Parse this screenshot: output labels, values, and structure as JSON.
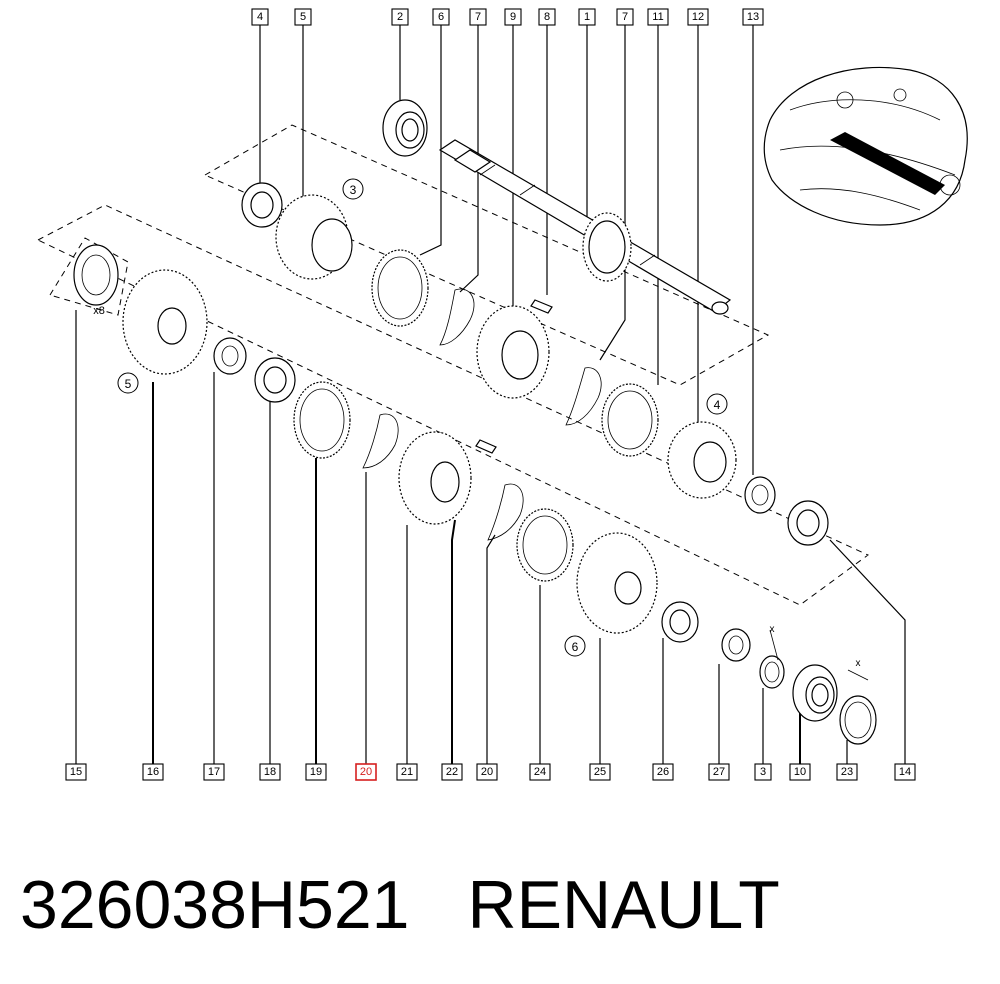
{
  "diagram": {
    "top_callouts": [
      "4",
      "5",
      "2",
      "6",
      "7",
      "9",
      "8",
      "1",
      "7",
      "11",
      "12",
      "13"
    ],
    "bottom_callouts": [
      "15",
      "16",
      "17",
      "18",
      "19",
      "20",
      "21",
      "22",
      "20",
      "24",
      "25",
      "26",
      "27",
      "3",
      "10",
      "23",
      "14"
    ],
    "highlighted_callout": "20",
    "group_labels": [
      "3",
      "5",
      "4",
      "6"
    ],
    "quantity_note": "x8",
    "cross_marks": [
      "x",
      "x"
    ],
    "colors": {
      "highlight": "#d62020",
      "ink": "#000000",
      "background": "#ffffff"
    }
  },
  "caption": {
    "part_number": "326038H521",
    "brand": "RENAULT"
  }
}
